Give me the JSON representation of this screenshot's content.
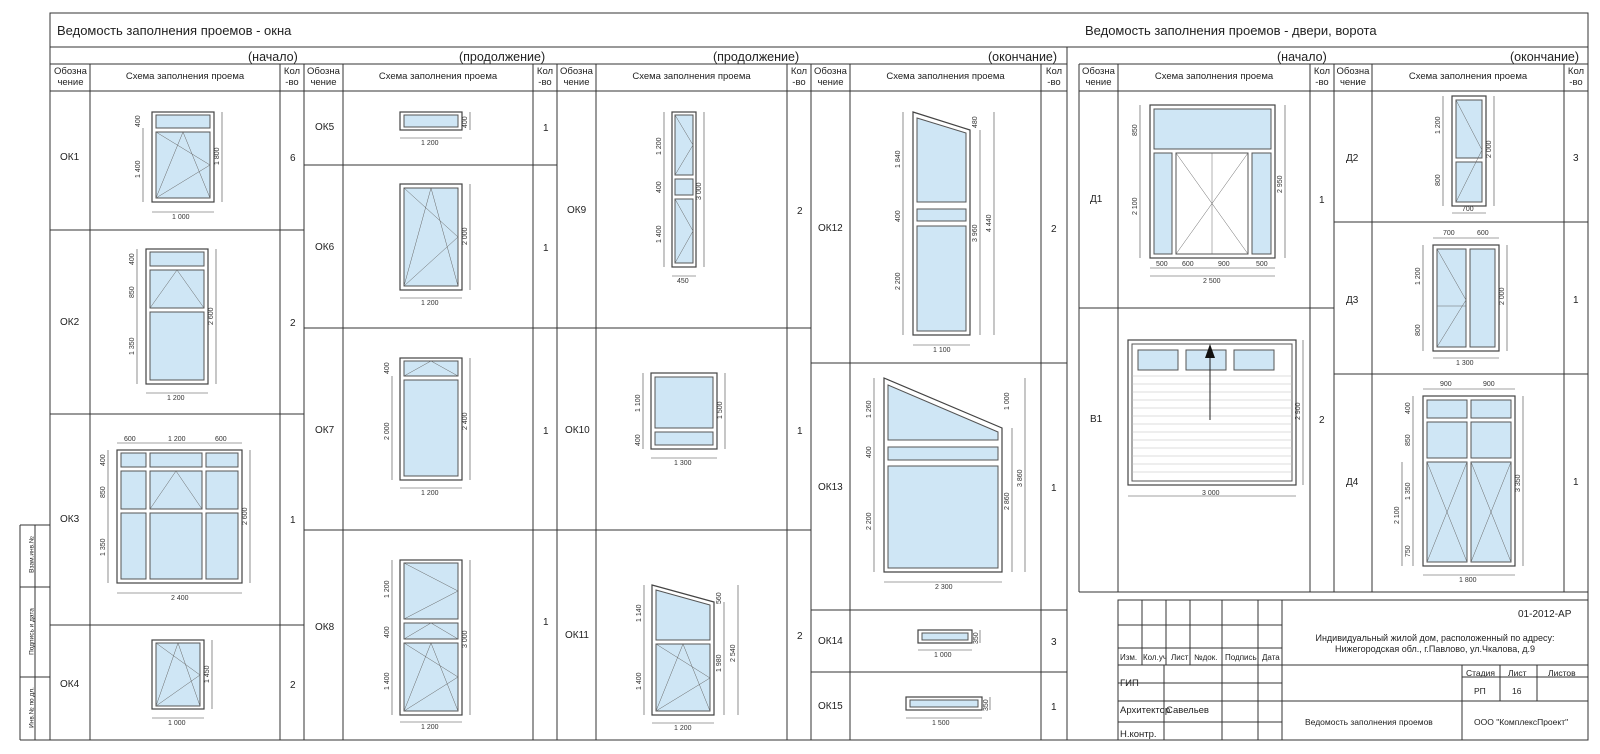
{
  "windows_title": "Ведомость заполнения проемов - окна",
  "doors_title": "Ведомость заполнения проемов - двери, ворота",
  "continuation": {
    "start": "(начало)",
    "cont": "(продолжение)",
    "end": "(окончание)"
  },
  "headers": {
    "code": "Обозна чение",
    "code_l1": "Обозна",
    "code_l2": "чение",
    "scheme": "Схема заполнения проема",
    "count_l1": "Кол",
    "count_l2": "-во"
  },
  "windows": {
    "col1": [
      {
        "code": "ОК1",
        "count": "6",
        "dims": {
          "w": "1 000",
          "h1": "400",
          "h2": "1 400",
          "H": "1 800"
        }
      },
      {
        "code": "ОК2",
        "count": "2",
        "dims": {
          "w": "1 200",
          "h1": "400",
          "h2": "850",
          "h3": "1 350",
          "H": "2 600"
        }
      },
      {
        "code": "ОК3",
        "count": "1",
        "dims": {
          "w": "2 400",
          "w1": "600",
          "w2": "1 200",
          "w3": "600",
          "h1": "400",
          "h2": "850",
          "h3": "1 350",
          "H": "2 600"
        }
      },
      {
        "code": "ОК4",
        "count": "2",
        "dims": {
          "w": "1 000",
          "H": "1 450"
        }
      }
    ],
    "col2": [
      {
        "code": "ОК5",
        "count": "1",
        "dims": {
          "w": "1 200",
          "H": "400"
        }
      },
      {
        "code": "ОК6",
        "count": "1",
        "dims": {
          "w": "1 200",
          "H": "2 000"
        }
      },
      {
        "code": "ОК7",
        "count": "1",
        "dims": {
          "w": "1 200",
          "h1": "400",
          "h2": "2 000",
          "H": "2 400"
        }
      },
      {
        "code": "ОК8",
        "count": "1",
        "dims": {
          "w": "1 200",
          "h1": "1 200",
          "h2": "400",
          "h3": "1 400",
          "H": "3 000"
        }
      }
    ],
    "col3": [
      {
        "code": "ОК9",
        "count": "2",
        "dims": {
          "w": "450",
          "h1": "1 200",
          "h2": "400",
          "h3": "1 400",
          "H": "3 000"
        }
      },
      {
        "code": "ОК10",
        "count": "1",
        "dims": {
          "w": "1 300",
          "h1": "1 100",
          "h2": "400",
          "H": "1 500"
        }
      },
      {
        "code": "ОК11",
        "count": "2",
        "dims": {
          "w": "1 200",
          "h1": "1 140",
          "h2": "1 400",
          "r1": "560",
          "r2": "1 980",
          "H": "2 540"
        }
      }
    ],
    "col4": [
      {
        "code": "ОК12",
        "count": "2",
        "dims": {
          "w": "1 100",
          "h1": "1 840",
          "h2": "400",
          "h3": "2 200",
          "r1": "480",
          "r2": "3 960",
          "H": "4 440"
        }
      },
      {
        "code": "ОК13",
        "count": "1",
        "dims": {
          "w": "2 300",
          "h1": "1 260",
          "h2": "400",
          "h3": "2 200",
          "r1": "1 000",
          "r2": "2 860",
          "H": "3 860"
        }
      },
      {
        "code": "ОК14",
        "count": "3",
        "dims": {
          "w": "1 000",
          "H": "350"
        }
      },
      {
        "code": "ОК15",
        "count": "1",
        "dims": {
          "w": "1 500",
          "H": "350"
        }
      }
    ]
  },
  "doors": {
    "col1": [
      {
        "code": "Д1",
        "count": "1",
        "dims": {
          "w": "2 500",
          "w1": "500",
          "w2": "600",
          "w3": "900",
          "w4": "500",
          "h1": "850",
          "h2": "2 100",
          "H": "2 950"
        }
      },
      {
        "code": "В1",
        "count": "2",
        "dims": {
          "w": "3 000",
          "H": "2 900"
        }
      }
    ],
    "col2": [
      {
        "code": "Д2",
        "count": "3",
        "dims": {
          "w": "700",
          "h1": "1 200",
          "h2": "800",
          "H": "2 000"
        }
      },
      {
        "code": "Д3",
        "count": "1",
        "dims": {
          "w": "1 300",
          "w1": "700",
          "w2": "600",
          "h1": "1 200",
          "h2": "800",
          "H": "2 000"
        }
      },
      {
        "code": "Д4",
        "count": "1",
        "dims": {
          "w": "1 800",
          "w1": "900",
          "w2": "900",
          "h1": "400",
          "h2": "850",
          "h3": "2 100",
          "h4": "1 350",
          "h5": "750",
          "H": "3 350"
        }
      }
    ]
  },
  "stamp": {
    "doc_code": "01-2012-АР",
    "project_l1": "Индивидуальный жилой дом, расположенный по адресу:",
    "project_l2": "Нижегородская обл., г.Павлово, ул.Чкалова, д.9",
    "cols": [
      "Изм.",
      "Кол.уч",
      "Лист",
      "№док.",
      "Подпись",
      "Дата"
    ],
    "gip": "ГИП",
    "architect_label": "Архитектор",
    "architect_name": "Савельев",
    "nkontr": "Н.контр.",
    "stage_label": "Стадия",
    "sheet_label": "Лист",
    "sheets_label": "Листов",
    "stage": "РП",
    "sheet": "16",
    "sheet_title": "Ведомость заполнения проемов",
    "company": "ООО \"КомплексПроект\""
  },
  "side": {
    "s1": "Взам.инв.№",
    "s2": "Подпись и дата",
    "s3": "Инв.№ по дл."
  },
  "colors": {
    "glass": "#cfe6f5",
    "line": "#333333",
    "frame": "#555555"
  }
}
